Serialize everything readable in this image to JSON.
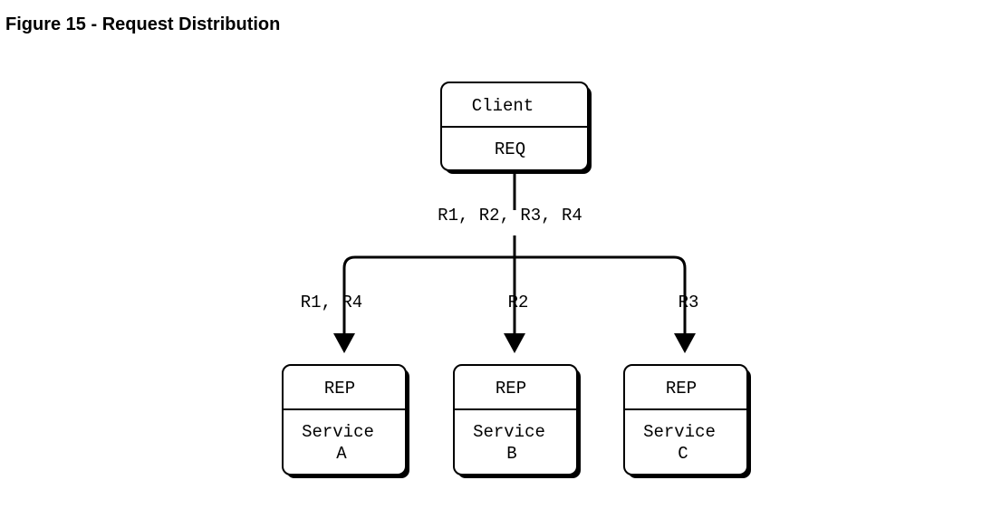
{
  "figure": {
    "title": "Figure 15 - Request Distribution"
  },
  "diagram": {
    "client": {
      "name": "Client",
      "socket": "REQ"
    },
    "edges": {
      "from_client": "R1, R2, R3, R4",
      "to_service_a": "R1, R4",
      "to_service_b": "R2",
      "to_service_c": "R3"
    },
    "services": [
      {
        "socket": "REP",
        "name_line1": "Service",
        "name_line2": "A"
      },
      {
        "socket": "REP",
        "name_line1": "Service",
        "name_line2": "B"
      },
      {
        "socket": "REP",
        "name_line1": "Service",
        "name_line2": "C"
      }
    ]
  }
}
